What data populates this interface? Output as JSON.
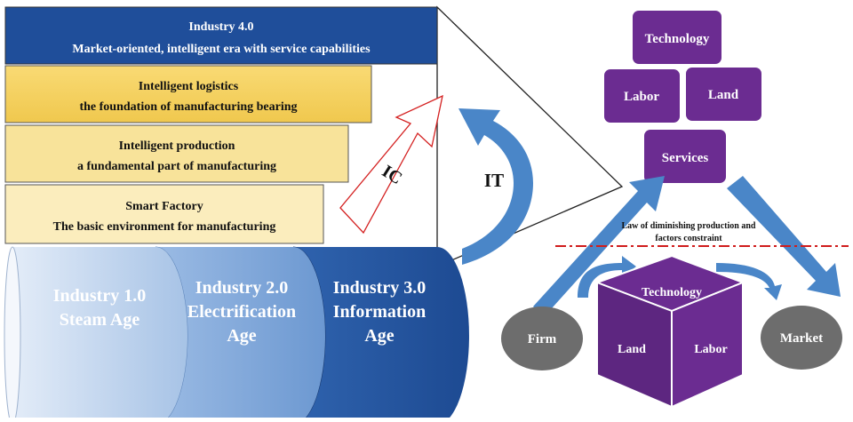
{
  "layers": [
    {
      "id": "industry40",
      "title": "Industry 4.0",
      "subtitle": "Market-oriented, intelligent era with service capabilities"
    },
    {
      "id": "logistics",
      "title": "Intelligent logistics",
      "subtitle": "the foundation of manufacturing bearing"
    },
    {
      "id": "production",
      "title": "Intelligent production",
      "subtitle": "a fundamental part of manufacturing"
    },
    {
      "id": "factory",
      "title": "Smart Factory",
      "subtitle": "The basic environment for manufacturing"
    }
  ],
  "eras": [
    {
      "id": "industry1",
      "line1": "Industry 1.0",
      "line2": "Steam Age",
      "line3": ""
    },
    {
      "id": "industry2",
      "line1": "Industry 2.0",
      "line2": "Electrification",
      "line3": "Age"
    },
    {
      "id": "industry3",
      "line1": "Industry 3.0",
      "line2": "Information",
      "line3": "Age"
    }
  ],
  "arrows": {
    "ic": "IC",
    "it": "IT"
  },
  "pyramid": {
    "technology": "Technology",
    "labor": "Labor",
    "land": "Land",
    "services": "Services"
  },
  "constraint": {
    "line1": "Law of diminishing production and",
    "line2": "factors constraint"
  },
  "cube": {
    "top": "Technology",
    "left": "Land",
    "right": "Labor"
  },
  "nodes": {
    "firm": "Firm",
    "market": "Market"
  },
  "colors": {
    "navy": "#1f4e9a",
    "gold": "#f5d266",
    "lightGold": "#f8e39a",
    "paleGold": "#fbedbd",
    "purple": "#6b2c91",
    "arrowBlue": "#4a86c8",
    "gray": "#6d6d6d",
    "red": "#d01c1c"
  }
}
